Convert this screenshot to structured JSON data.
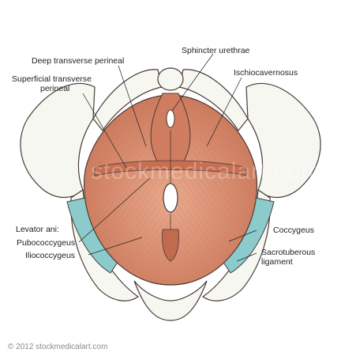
{
  "labels": {
    "sphincter_urethrae": "Sphincter urethrae",
    "deep_transverse_perineal": "Deep transverse perineal",
    "ischiocavernosus": "Ischiocavernosus",
    "superficial_transverse_line1": "Superficial transverse",
    "superficial_transverse_line2": "perineal",
    "levator_ani": "Levator ani:",
    "pubococcygeus": "Pubococcygeus",
    "iliococcygeus": "Iliococcygeus",
    "coccygeus": "Coccygeus",
    "sacrotuberous_line1": "Sacrotuberous",
    "sacrotuberous_line2": "ligament"
  },
  "watermark": "stockmedicalart.com",
  "credit": "© 2012 stockmedicalart.com",
  "colors": {
    "muscle": "#d98b6e",
    "muscle_dark": "#b8654a",
    "ligament": "#8ccbcb",
    "bone": "#f7f7f2",
    "outline": "#4a3b35"
  }
}
